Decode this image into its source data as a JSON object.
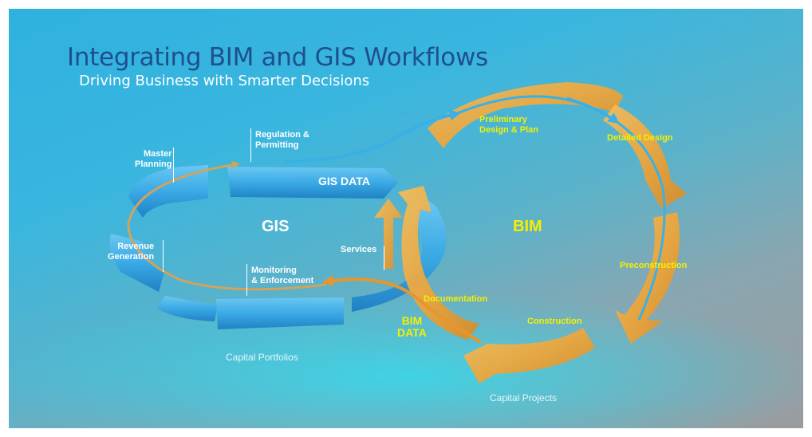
{
  "title": "Integrating BIM and GIS Workflows",
  "subtitle": "Driving Business with Smarter Decisions",
  "gis_cycle": {
    "label": "GIS",
    "data_label": "GIS DATA",
    "stages": {
      "master_planning": "Master\nPlanning",
      "regulation_permitting": "Regulation &\nPermitting",
      "revenue_generation": "Revenue\nGeneration",
      "monitoring_enforcement": "Monitoring\n& Enforcement",
      "services": "Services"
    },
    "footer": "Capital Portfolios"
  },
  "bim_cycle": {
    "label": "BIM",
    "data_label": "BIM\nDATA",
    "stages": {
      "preliminary_design": "Preliminary\nDesign & Plan",
      "detailed_design": "Detailed Design",
      "preconstruction": "Preconstruction",
      "construction": "Construction",
      "documentation": "Documentation"
    },
    "footer": "Capital Projects"
  },
  "colors": {
    "gis_ring": "#3aa9e6",
    "bim_ring": "#f0a63a",
    "title": "#1f4f8c",
    "bim_text": "#f5f000"
  }
}
